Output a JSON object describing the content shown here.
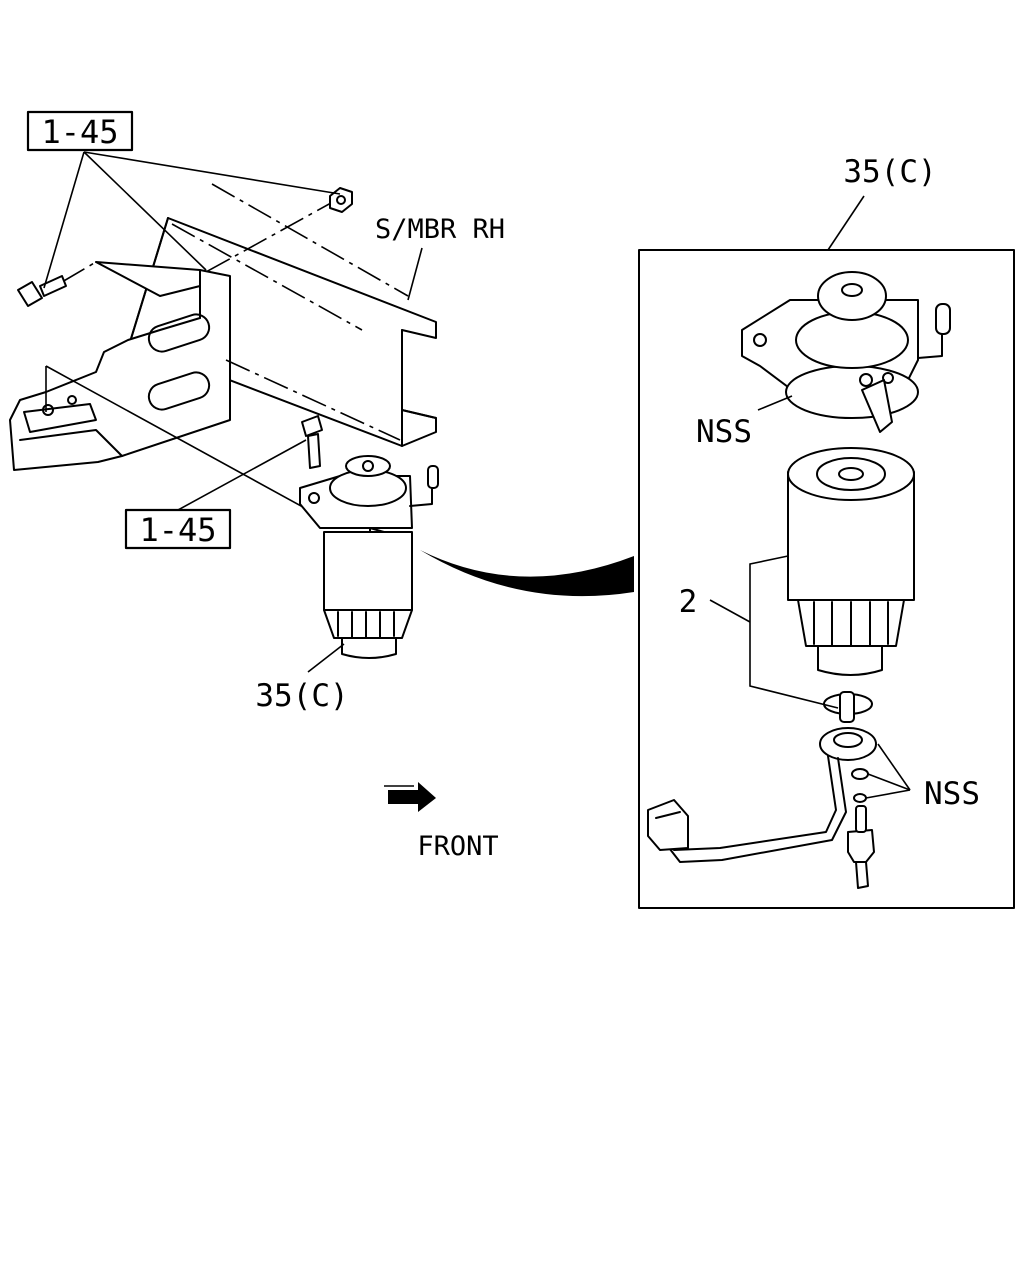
{
  "labels": {
    "ref_top": "1-45",
    "ref_middle": "1-45",
    "member": "S/MBR RH",
    "assy_left": "35(C)",
    "assy_detail": "35(C)",
    "nss_upper": "NSS",
    "nss_lower": "NSS",
    "part_2": "2",
    "front": "FRONT"
  },
  "colors": {
    "ink": "#000000",
    "paper": "#ffffff"
  },
  "icons": {
    "front_arrow": "front-direction-arrow-icon"
  }
}
